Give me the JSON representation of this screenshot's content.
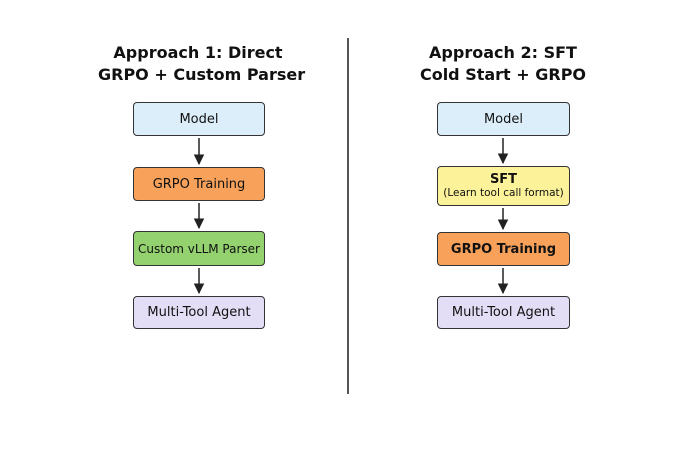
{
  "colors": {
    "model": "#dbeefa",
    "grpo": "#f7a15b",
    "parser": "#93d26e",
    "sft": "#fbf29a",
    "agent": "#e3def5",
    "border": "#333333",
    "arrow": "#222222",
    "divider": "#555555"
  },
  "left": {
    "title_line1": "Approach 1: Direct",
    "title_line2": "GRPO + Custom Parser",
    "steps": [
      {
        "label": "Model"
      },
      {
        "label": "GRPO Training"
      },
      {
        "label": "Custom vLLM Parser"
      },
      {
        "label": "Multi-Tool Agent"
      }
    ]
  },
  "right": {
    "title_line1": "Approach 2: SFT",
    "title_line2": "Cold Start + GRPO",
    "steps": [
      {
        "label": "Model"
      },
      {
        "label": "SFT",
        "sublabel": "(Learn tool call format)"
      },
      {
        "label": "GRPO Training"
      },
      {
        "label": "Multi-Tool Agent"
      }
    ]
  }
}
